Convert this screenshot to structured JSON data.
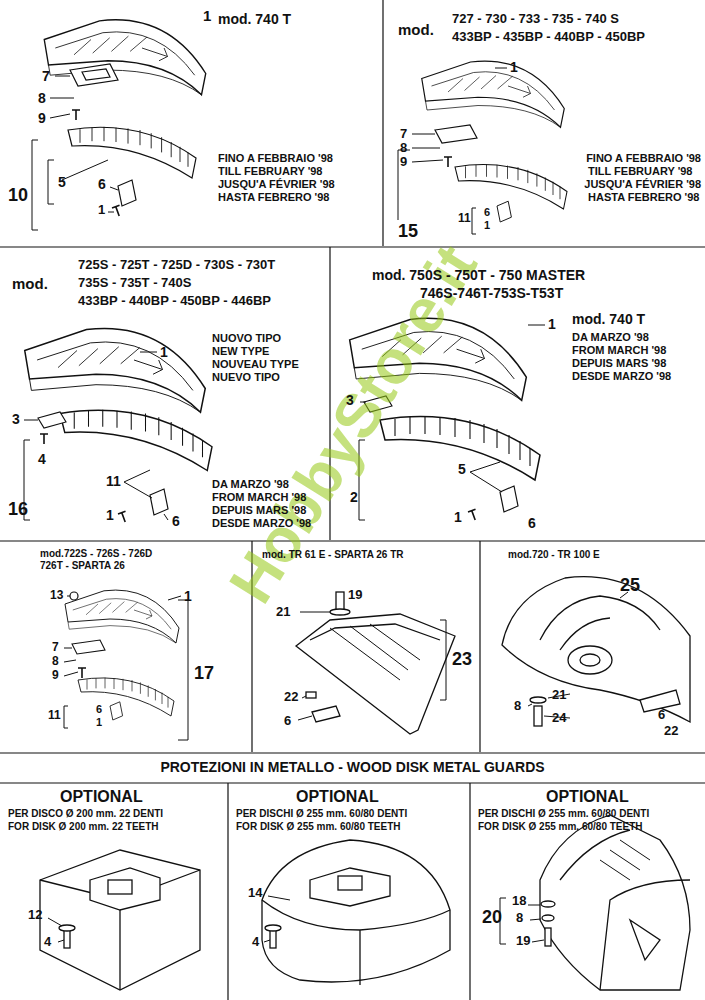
{
  "diagram": {
    "title": "PROTEZIONI IN METALLO - WOOD DISK METAL GUARDS",
    "labels": [
      "1",
      "mod. 740 T",
      "7",
      "8",
      "9",
      "5",
      "6",
      "10",
      "1",
      "FINO A FEBBRAIO '98",
      "TILL FEBRUARY '98",
      "JUSQU'A FÉVRIER '98",
      "HASTA FEBRERO '98",
      "mod.",
      "727 - 730 - 733 - 735 - 740 S",
      "433BP - 435BP - 440BP - 450BP",
      "1",
      "7",
      "8",
      "9",
      "11",
      "6",
      "1",
      "15",
      "FINO A FEBBRAIO '98",
      "TILL FEBRUARY '98",
      "JUSQU'A FÉVRIER '98",
      "HASTA FEBRERO '98",
      "mod.",
      "725S - 725T - 725D - 730S - 730T",
      "735S - 735T - 740S",
      "433BP - 440BP - 450BP - 446BP",
      "NUOVO TIPO",
      "NEW TYPE",
      "NOUVEAU TYPE",
      "NUEVO TIPO",
      "1",
      "3",
      "4",
      "11",
      "1",
      "6",
      "16",
      "DA MARZO '98",
      "FROM MARCH '98",
      "DEPUIS MARS '98",
      "DESDE MARZO '98",
      "mod. 750S - 750T - 750 MASTER",
      "746S-746T-753S-T53T",
      "mod. 740 T",
      "DA MARZO '98",
      "FROM MARCH '98",
      "DEPUIS MARS '98",
      "DESDE MARZO '98",
      "1",
      "3",
      "2",
      "5",
      "1",
      "6",
      "mod.722S - 726S - 726D",
      "726T - SPARTA 26",
      "13",
      "1",
      "7",
      "8",
      "9",
      "17",
      "11",
      "6",
      "1",
      "mod. TR 61 E - SPARTA 26 TR",
      "19",
      "21",
      "23",
      "22",
      "6",
      "mod.720 - TR 100 E",
      "25",
      "21",
      "8",
      "6",
      "22",
      "24",
      "OPTIONAL",
      "PER DISCO Ø 200 mm. 22 DENTI",
      "FOR DISK Ø 200 mm. 22 TEETH",
      "12",
      "4",
      "OPTIONAL",
      "PER DISCHI Ø 255 mm. 60/80 DENTI",
      "FOR DISK Ø 255 mm. 60/80 TEETH",
      "14",
      "4",
      "OPTIONAL",
      "PER DISCHI Ø 255 mm. 60/80 DENTI",
      "FOR DISK Ø 255 mm. 60/80 TEETH",
      "20",
      "18",
      "8",
      "19",
      "HobbyStore.it"
    ]
  }
}
